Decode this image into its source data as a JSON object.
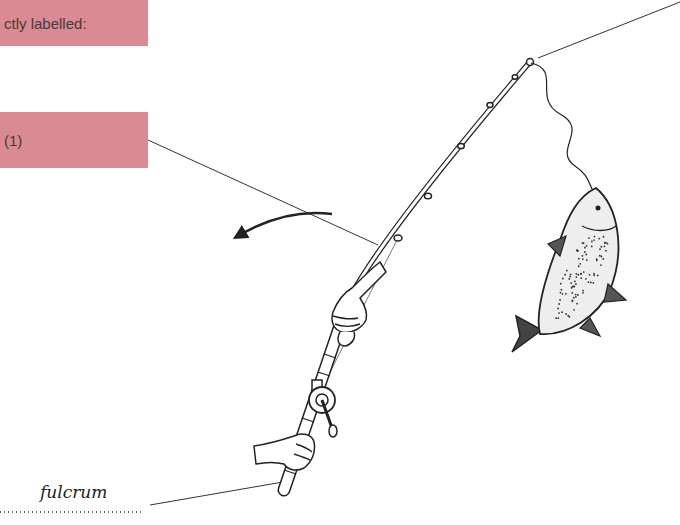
{
  "diagram": {
    "nodes": [
      {
        "text": [
          "ctly labelled:"
        ]
      },
      {
        "text": [
          "(1)"
        ]
      }
    ],
    "labels": [
      "fulcrum"
    ]
  }
}
